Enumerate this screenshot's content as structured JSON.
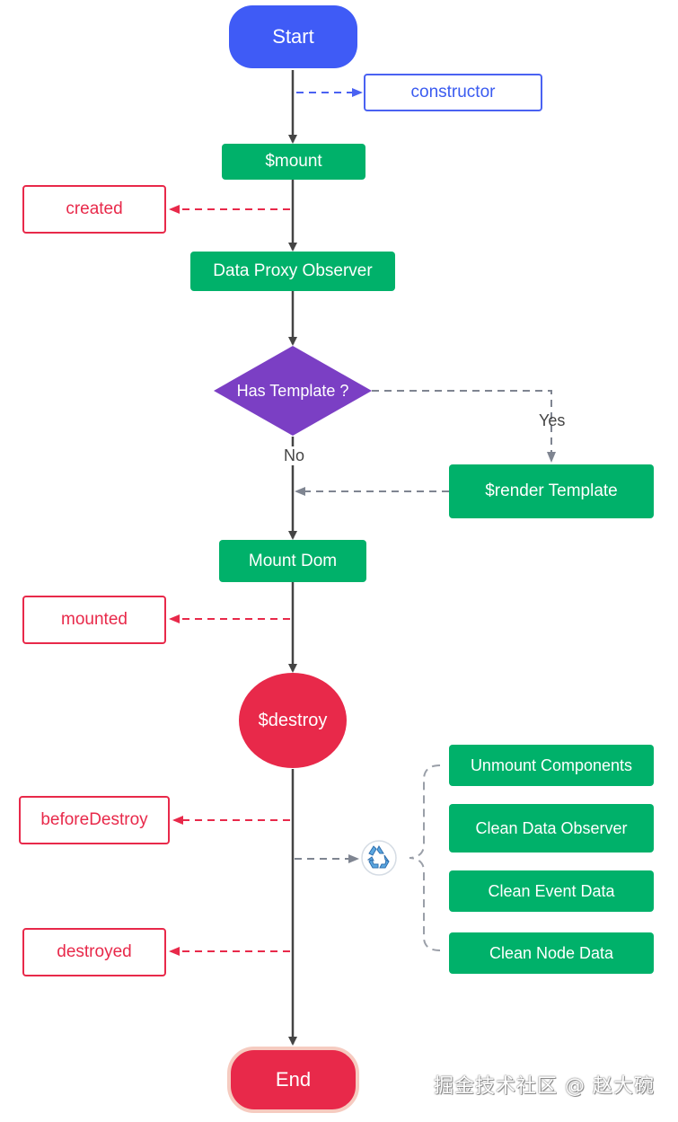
{
  "nodes": {
    "start": "Start",
    "constructor": "constructor",
    "mount": "$mount",
    "created": "created",
    "data_proxy_observer": "Data Proxy Observer",
    "has_template": "Has Template ?",
    "render_template": "$render Template",
    "mount_dom": "Mount Dom",
    "mounted": "mounted",
    "destroy": "$destroy",
    "before_destroy": "beforeDestroy",
    "destroyed": "destroyed",
    "unmount_components": "Unmount Components",
    "clean_data_observer": "Clean Data Observer",
    "clean_event_data": "Clean Event Data",
    "clean_node_data": "Clean Node Data",
    "end": "End"
  },
  "edge_labels": {
    "yes": "Yes",
    "no": "No"
  },
  "icons": {
    "cleanup": "recycle-icon"
  },
  "watermark": "掘金技术社区 @ 赵大碗",
  "colors": {
    "primary_green": "#00B16A",
    "hook_red": "#E8294A",
    "start_blue": "#3F5BF6",
    "decision_purple": "#7B3FC4",
    "connector_gray": "#444444",
    "dashed_gray": "#7F8591"
  }
}
